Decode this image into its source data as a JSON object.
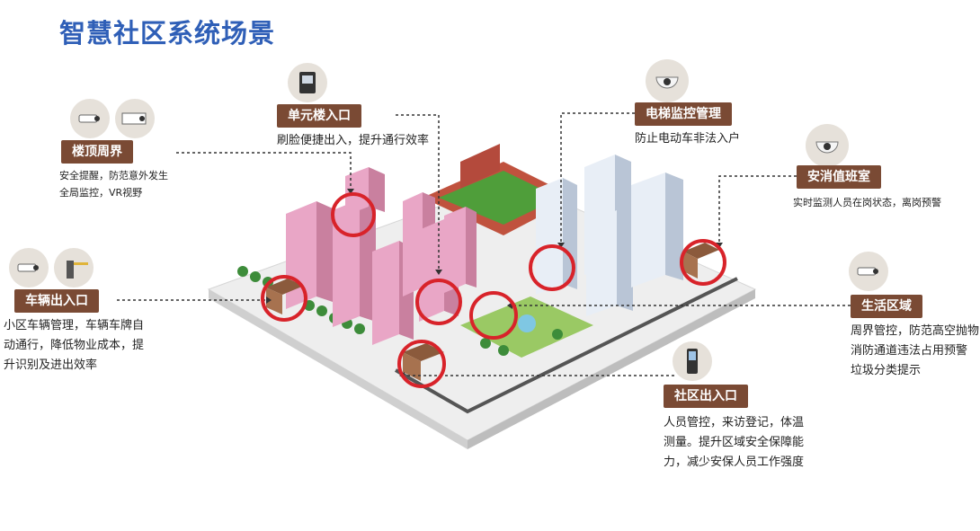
{
  "title": "智慧社区系统场景",
  "scenarios": {
    "rooftop": {
      "label": "楼顶周界",
      "desc": [
        "安全提醒，防范意外发生",
        "全局监控，VR视野"
      ]
    },
    "unit_entrance": {
      "label": "单元楼入口",
      "desc": [
        "刷脸便捷出入，提升通行效率"
      ]
    },
    "elevator": {
      "label": "电梯监控管理",
      "desc": [
        "防止电动车非法入户"
      ]
    },
    "security_room": {
      "label": "安消值班室",
      "desc": [
        "实时监测人员在岗状态，离岗预警"
      ]
    },
    "vehicle": {
      "label": "车辆出入口",
      "desc": [
        "小区车辆管理，车辆车牌自",
        "动通行，降低物业成本，提",
        "升识别及进出效率"
      ]
    },
    "living_area": {
      "label": "生活区域",
      "desc": [
        "周界管控，防范高空抛物",
        "消防通道违法占用预警",
        "垃圾分类提示"
      ]
    },
    "community_gate": {
      "label": "社区出入口",
      "desc": [
        "人员管控，来访登记，体温",
        "测量。提升区域安全保障能",
        "力，减少安保人员工作强度"
      ]
    }
  },
  "icons": [
    "bullet-camera-icon",
    "box-camera-icon",
    "access-terminal-icon",
    "dome-camera-icon",
    "barrier-gate-icon",
    "face-terminal-icon"
  ],
  "colors": {
    "title": "#2f5fb7",
    "label_bg": "#7a4a34",
    "marker": "#d8232a",
    "building_pink": "#e9a6c6",
    "building_white": "#e8eef6",
    "grass": "#7cbf4a"
  }
}
